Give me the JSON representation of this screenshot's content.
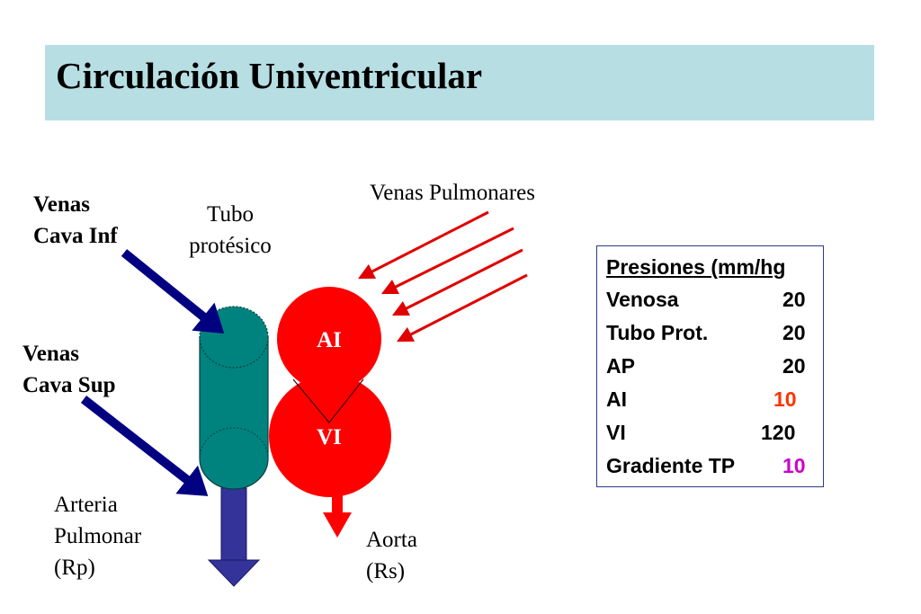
{
  "title": "Circulación Univentricular",
  "labels": {
    "venas_cava_inf": [
      "Venas",
      "Cava Inf"
    ],
    "venas_cava_sup": [
      "Venas",
      "Cava Sup"
    ],
    "tubo_protesico": [
      "Tubo",
      "protésico"
    ],
    "venas_pulmonares": "Venas Pulmonares",
    "arteria_pulmonar": [
      "Arteria",
      "Pulmonar",
      "(Rp)"
    ],
    "aorta": [
      "Aorta",
      "(Rs)"
    ],
    "ai": "AI",
    "vi": "VI"
  },
  "pressures": {
    "title": "Presiones (mm/hg",
    "rows": [
      {
        "label": "Venosa",
        "value": "20",
        "color": "#000000"
      },
      {
        "label": "Tubo Prot.",
        "value": "20",
        "color": "#000000"
      },
      {
        "label": "AP",
        "value": "20",
        "color": "#000000"
      },
      {
        "label": "AI",
        "value": "10",
        "color": "#ff3300"
      },
      {
        "label": "VI",
        "value": "120",
        "color": "#000000"
      },
      {
        "label": "Gradiente TP",
        "value": "10",
        "color": "#cc00cc"
      }
    ]
  },
  "colors": {
    "title_bg": "#b7dfe3",
    "tube": "#00837e",
    "heart": "#ff0000",
    "venous_arrow": "#000080",
    "pulmonary_artery_arrow": "#333399",
    "pulmonary_vein_arrow": "#e00000"
  }
}
